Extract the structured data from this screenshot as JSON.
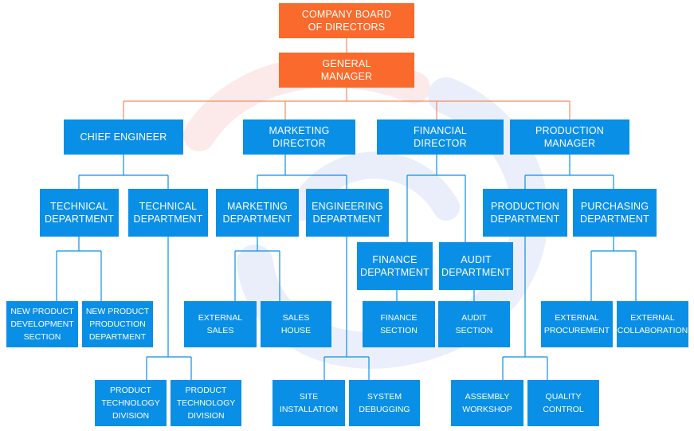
{
  "chart": {
    "nodes": {
      "board": "COMPANY BOARD\nOF DIRECTORS",
      "gm": "GENERAL\nMANAGER",
      "chief_engineer": "CHIEF ENGINEER",
      "marketing_director": "MARKETING\nDIRECTOR",
      "financial_director": "FINANCIAL\nDIRECTOR",
      "production_manager": "PRODUCTION\nMANAGER",
      "technical_dept_1": "TECHNICAL\nDEPARTMENT",
      "technical_dept_2": "TECHNICAL\nDEPARTMENT",
      "marketing_dept": "MARKETING\nDEPARTMENT",
      "engineering_dept": "ENGINEERING\nDEPARTMENT",
      "production_dept": "PRODUCTION\nDEPARTMENT",
      "purchasing_dept": "PURCHASING\nDEPARTMENT",
      "finance_dept": "FINANCE\nDEPARTMENT",
      "audit_dept": "AUDIT\nDEPARTMENT",
      "new_product_dev_section": "NEW PRODUCT\nDEVELOPMENT\nSECTION",
      "new_product_prod_dept": "NEW PRODUCT\nPRODUCTION\nDEPARTMENT",
      "external_sales": "EXTERNAL\nSALES",
      "sales_house": "SALES\nHOUSE",
      "finance_section": "FINANCE\nSECTION",
      "audit_section": "AUDIT\nSECTION",
      "external_procurement": "EXTERNAL\nPROCUREMENT",
      "external_collaboration": "EXTERNAL\nCOLLABORATION",
      "product_tech_div_1": "PRODUCT\nTECHNOLOGY\nDIVISION",
      "product_tech_div_2": "PRODUCT\nTECHNOLOGY\nDIVISION",
      "site_installation": "SITE\nINSTALLATION",
      "system_debugging": "SYSTEM\nDEBUGGING",
      "assembly_workshop": "ASSEMBLY\nWORKSHOP",
      "quality_control": "QUALITY\nCONTROL"
    },
    "colors": {
      "executive": "#f96a2c",
      "unit": "#0a8fe6",
      "executive_connector": "#f08a60",
      "unit_connector": "#0a8fe6"
    }
  }
}
